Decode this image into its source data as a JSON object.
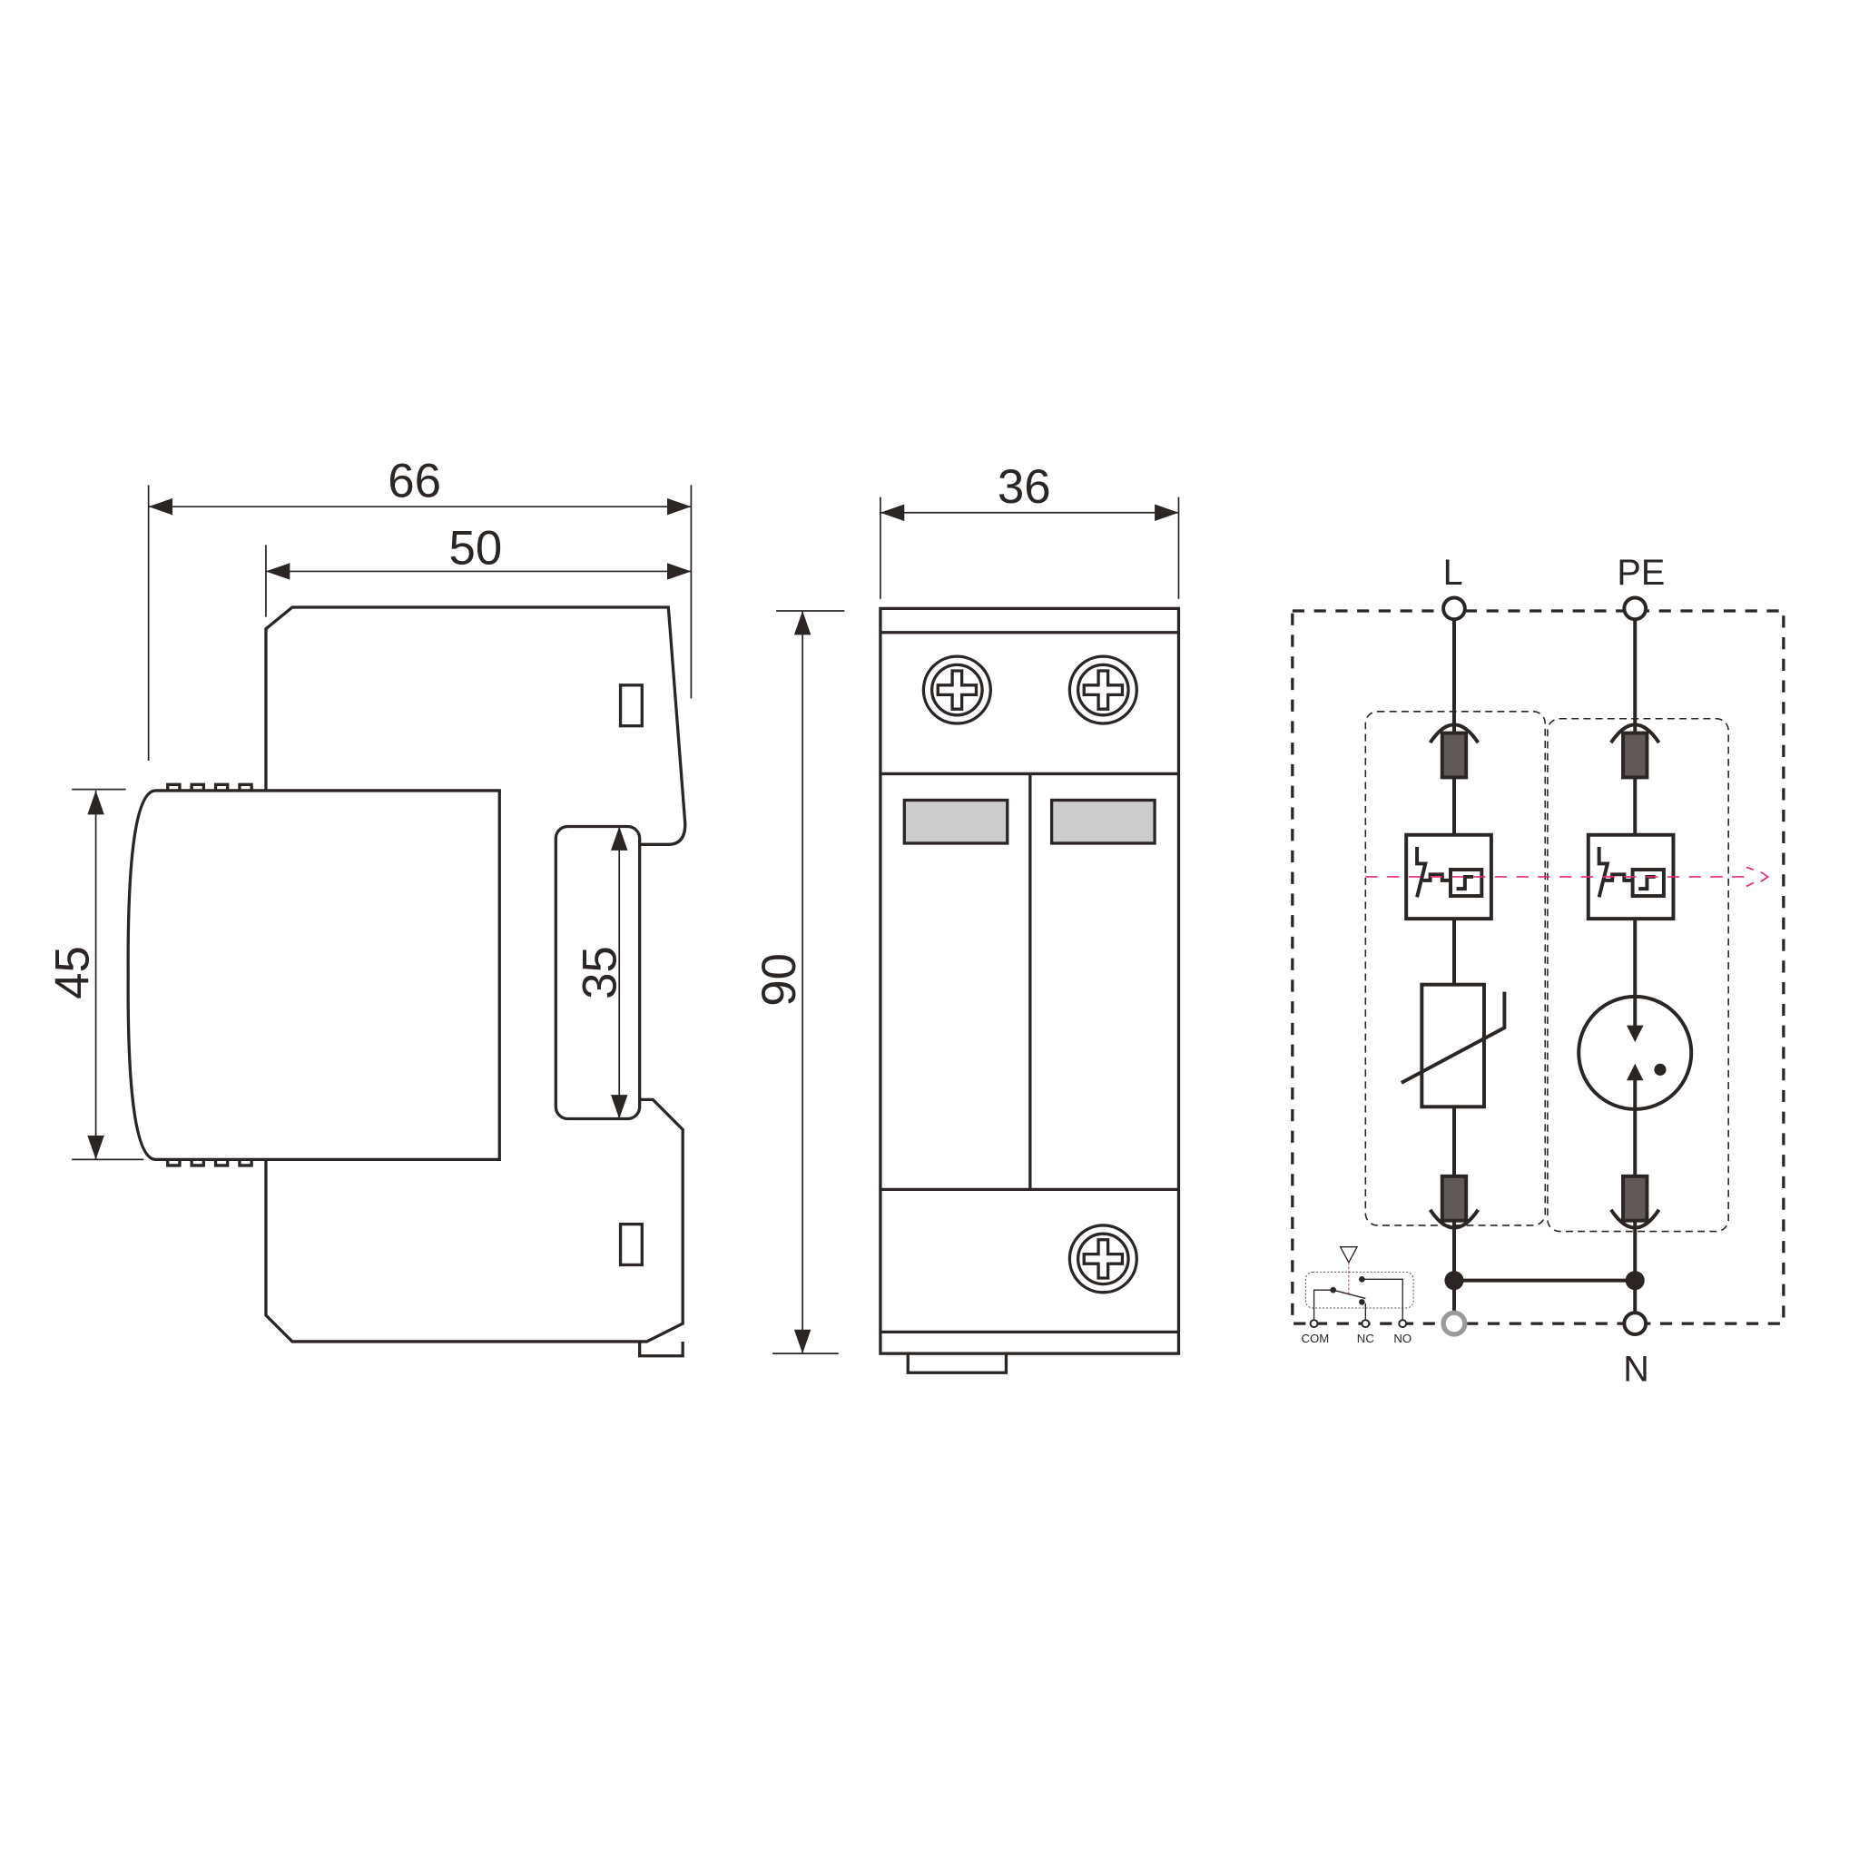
{
  "dimensions": {
    "overall_depth": "66",
    "body_depth": "50",
    "front_height": "45",
    "rail_width": "35",
    "height": "90",
    "width": "36"
  },
  "schematic": {
    "terminal_line": "L",
    "terminal_pe": "PE",
    "terminal_neutral": "N",
    "relay_com": "COM",
    "relay_nc": "NC",
    "relay_no": "NO"
  },
  "colors": {
    "line": "#2b2523",
    "signal": "#e0287a",
    "window": "#cccccc",
    "fuse": "#5f5a58"
  }
}
